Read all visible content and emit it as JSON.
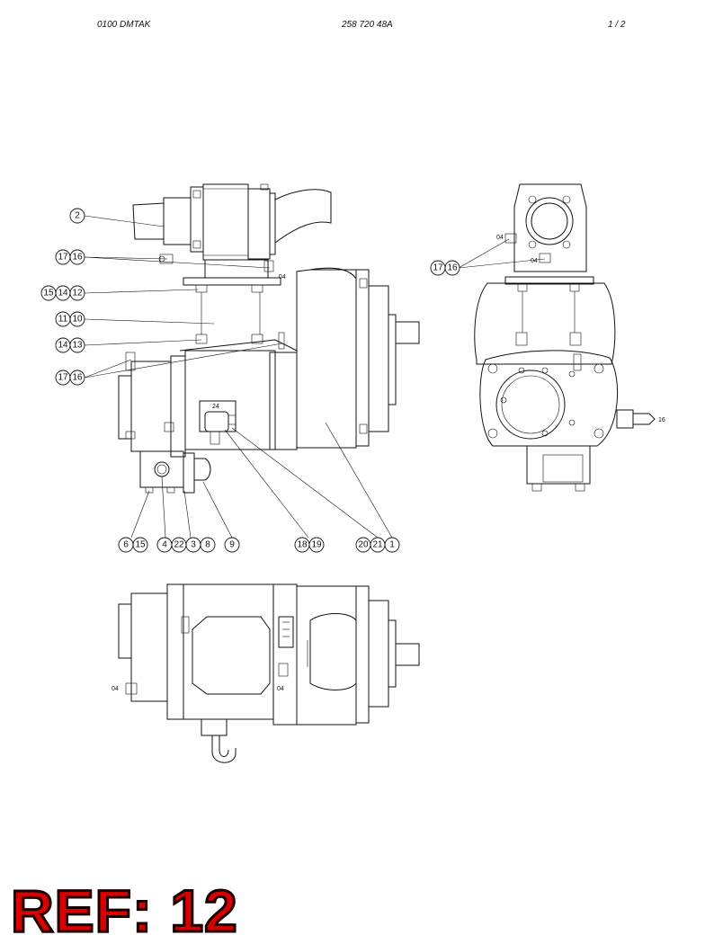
{
  "header": {
    "left": "0100   DMTAK",
    "center": "258 720 48A",
    "right": "1 / 2"
  },
  "callouts": {
    "c2": "2",
    "c17a": "17",
    "c16a": "16",
    "c15a": "15",
    "c14a": "14",
    "c12": "12",
    "c11": "11",
    "c10": "10",
    "c14b": "14",
    "c13": "13",
    "c17b": "17",
    "c16b": "16",
    "c17c": "17",
    "c16c": "16",
    "c6": "6",
    "c15b": "15",
    "c4": "4",
    "c22": "22",
    "c3": "3",
    "c8": "8",
    "c9": "9",
    "c18": "18",
    "c19": "19",
    "c20": "20",
    "c21": "21",
    "c1": "1"
  },
  "labels": {
    "l04a": "04",
    "l24": "24",
    "l04b": "04",
    "l04c": "04",
    "l16": "16",
    "l04d": "04",
    "l04e": "04"
  },
  "ref": "REF: 12"
}
